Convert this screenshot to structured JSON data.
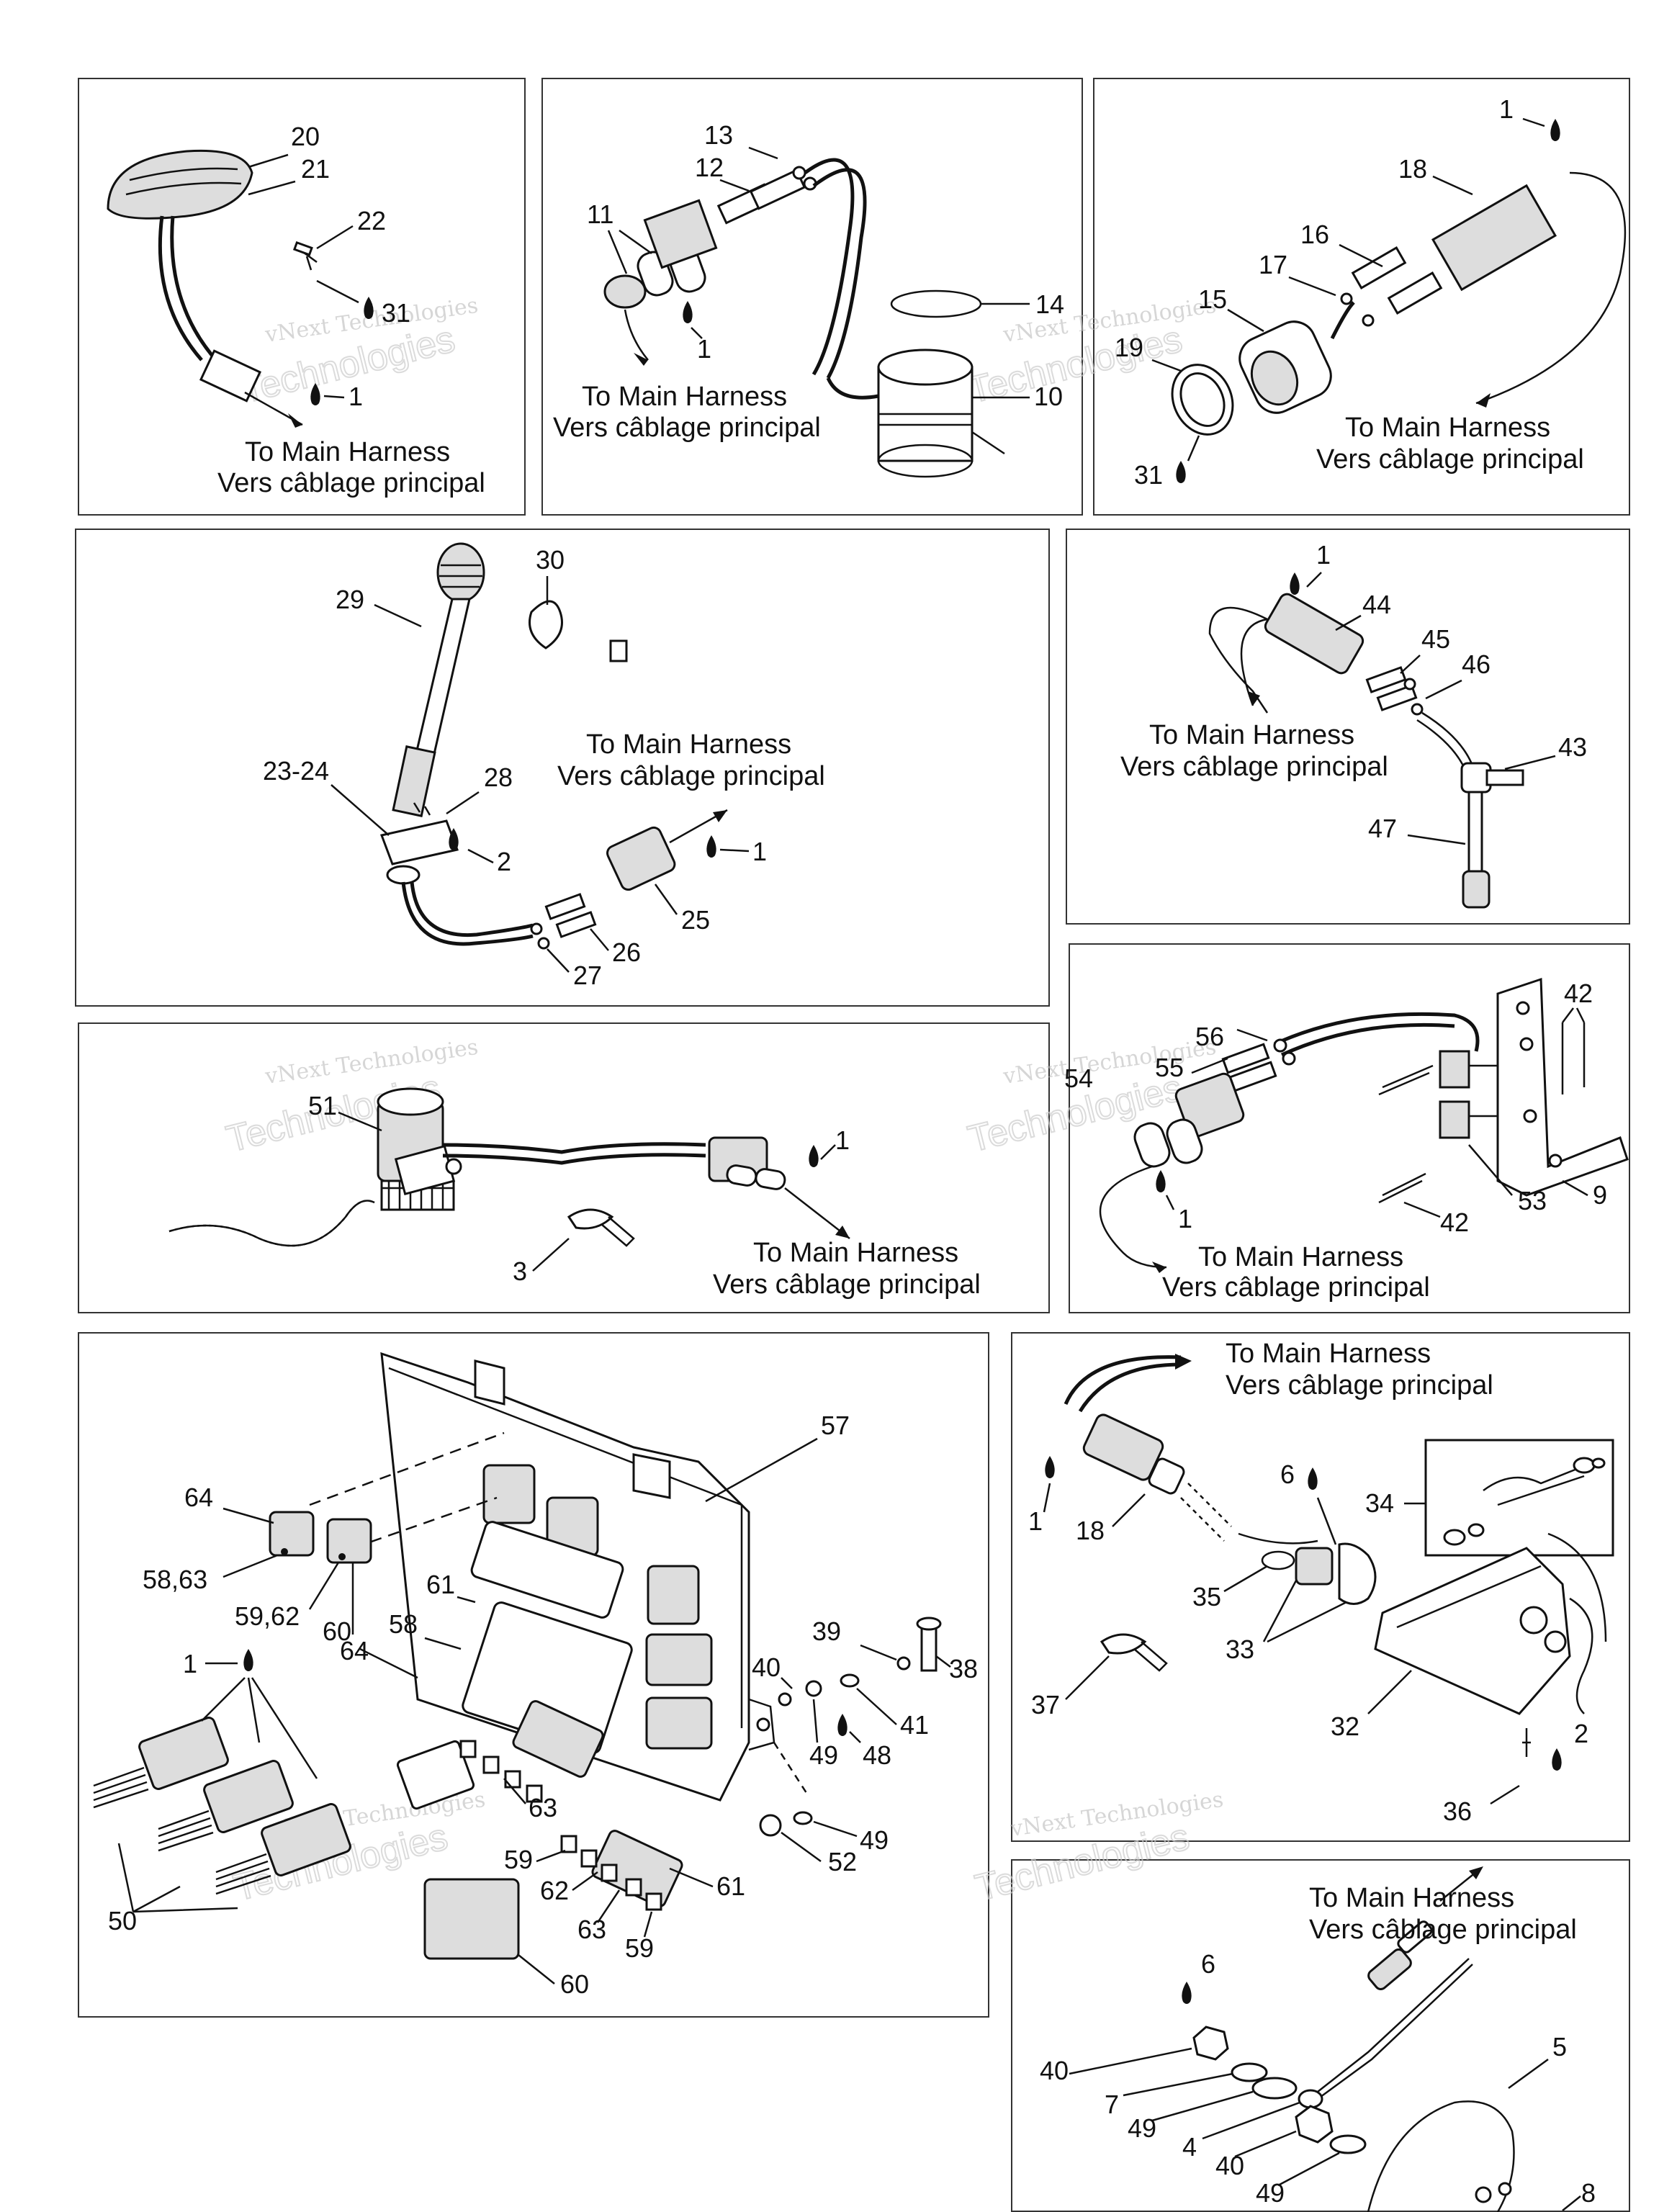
{
  "harness": {
    "en": "To Main Harness",
    "fr": "Vers câblage principal"
  },
  "watermark": {
    "line1": "vNext",
    "line2": "vNext Technologies",
    "line3": "Technologies"
  },
  "panels": {
    "p1": [
      "20",
      "21",
      "22",
      "31",
      "1"
    ],
    "p2": [
      "13",
      "12",
      "11",
      "1",
      "14",
      "10"
    ],
    "p3": [
      "1",
      "18",
      "16",
      "17",
      "15",
      "19",
      "31"
    ],
    "p4": [
      "30",
      "29",
      "23-24",
      "28",
      "2",
      "1",
      "25",
      "26",
      "27"
    ],
    "p5": [
      "1",
      "44",
      "45",
      "46",
      "43",
      "47"
    ],
    "p6": [
      "51",
      "1",
      "3"
    ],
    "p7": [
      "56",
      "55",
      "54",
      "42",
      "42",
      "1",
      "53",
      "9"
    ],
    "p8": [
      "57",
      "64",
      "58,63",
      "59,62",
      "64",
      "1",
      "39",
      "38",
      "40",
      "41",
      "49",
      "48",
      "61",
      "58",
      "60",
      "63",
      "59",
      "62",
      "63",
      "59",
      "61",
      "60",
      "52",
      "49",
      "50"
    ],
    "p9": [
      "6",
      "34",
      "1",
      "18",
      "35",
      "33",
      "37",
      "32",
      "2",
      "36"
    ],
    "p10": [
      "6",
      "40",
      "7",
      "49",
      "4",
      "40",
      "49",
      "5",
      "8"
    ]
  }
}
